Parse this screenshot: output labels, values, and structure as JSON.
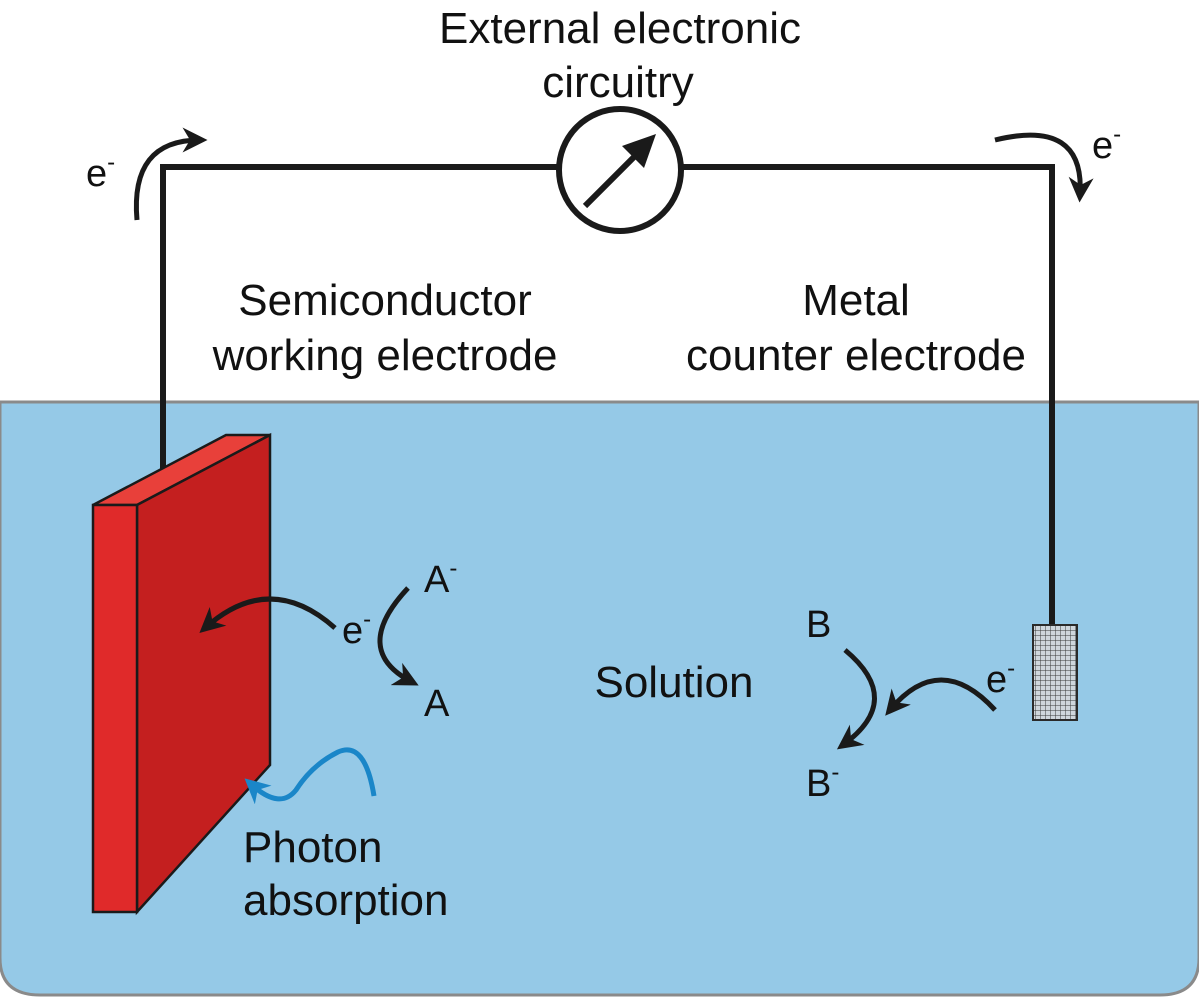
{
  "labels": {
    "circuit_line1": "External electronic",
    "circuit_line2": "circuitry",
    "working_line1": "Semiconductor",
    "working_line2": "working electrode",
    "counter_line1": "Metal",
    "counter_line2": "counter electrode",
    "solution": "Solution",
    "photon_line1": "Photon",
    "photon_line2": "absorption"
  },
  "species": {
    "electron": "e",
    "electron_charge": "-",
    "a_reduced": "A",
    "a_reduced_charge": "-",
    "a_oxidized": "A",
    "b_oxidized": "B",
    "b_reduced": "B",
    "b_reduced_charge": "-"
  },
  "colors": {
    "solution": "#95c9e7",
    "solution_border": "#8a8a8a",
    "semiconductor_front": "#e02a2a",
    "semiconductor_side": "#c41f1f",
    "semiconductor_top": "#e8403a",
    "wire": "#1a1a1a",
    "photon": "#1a86c8",
    "mesh": "#3a3a3a"
  },
  "icons": {
    "meter": "ammeter-arrow-icon",
    "photon": "wavy-photon-arrow-icon",
    "electron_flow": "curved-arrow-icon"
  }
}
